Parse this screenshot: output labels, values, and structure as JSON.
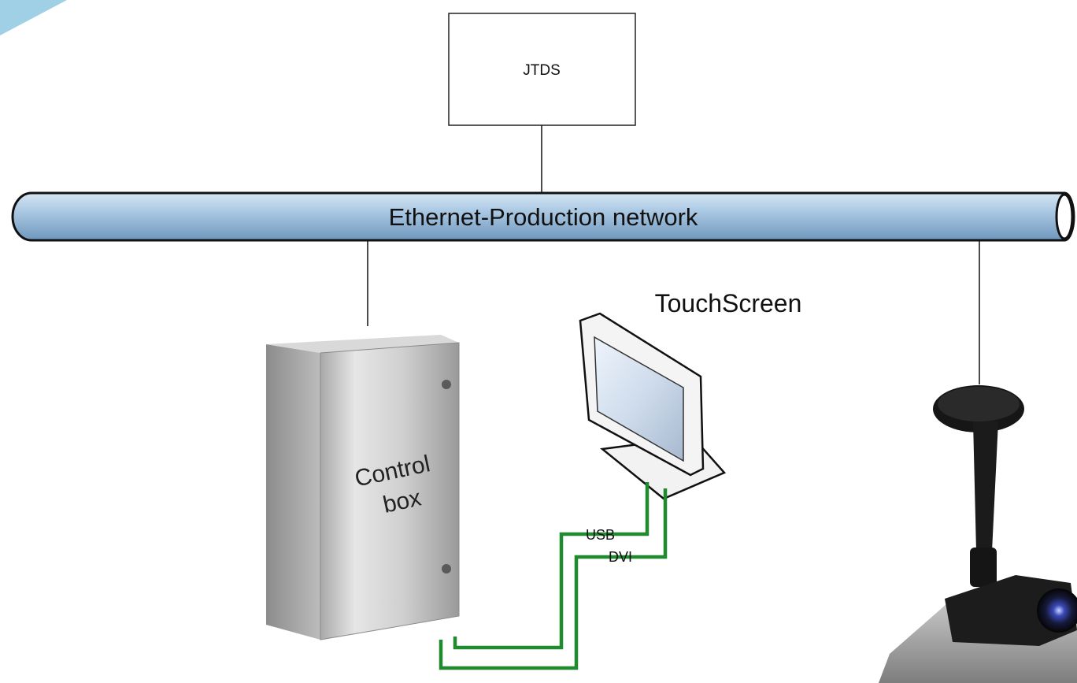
{
  "diagram": {
    "server": {
      "label": "JTDS"
    },
    "network": {
      "label": "Ethernet-Production network"
    },
    "control_box": {
      "label_line1": "Control",
      "label_line2": "box"
    },
    "touchscreen": {
      "label": "TouchScreen"
    },
    "cables": {
      "usb_label": "USB",
      "dvi_label": "DVI"
    }
  },
  "colors": {
    "network_pipe": "#a9c6e2",
    "network_outline": "#111111",
    "cable_green": "#1f8a2e",
    "corner_accent": "#9fd0e6",
    "box_steel": "#c9c9c9",
    "camera_body": "#1a1a1a"
  }
}
